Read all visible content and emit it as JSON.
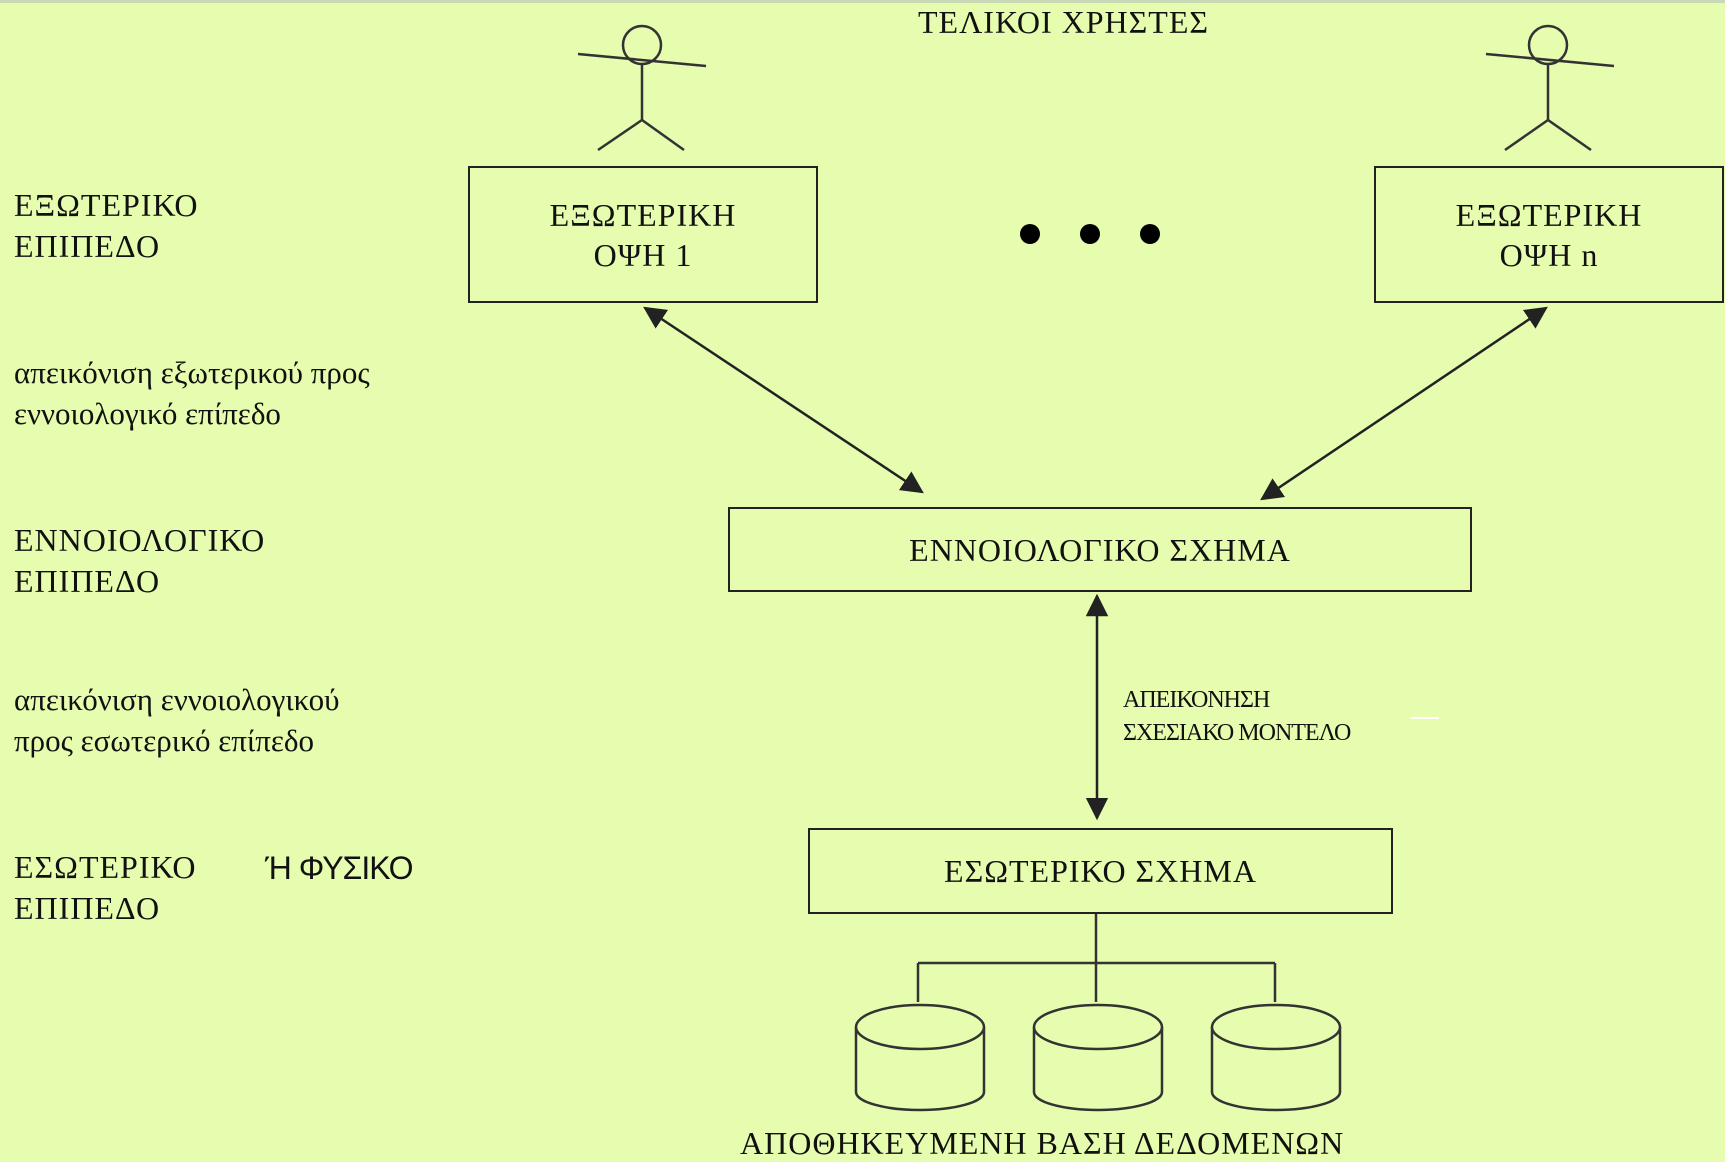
{
  "title": "ΤΕΛΙΚΟΙ ΧΡΗΣΤΕΣ",
  "levels": {
    "external": [
      "ΕΞΩΤΕΡΙΚΟ",
      "ΕΠΙΠΕΔΟ"
    ],
    "map_ext_conc": [
      "απεικόνιση εξωτερικού προς",
      "εννοιολογικό επίπεδο"
    ],
    "conceptual": [
      "ΕΝΝΟΙΟΛΟΓΙΚΟ",
      "ΕΠΙΠΕΔΟ"
    ],
    "map_conc_int": [
      "απεικόνιση εννοιολογικού",
      "προς εσωτερικό επίπεδο"
    ],
    "internal": [
      "ΕΣΩΤΕΡΙΚΟ",
      "ΕΠΙΠΕΔΟ"
    ],
    "internal_suffix": "Ή ΦΥΣΙΚΟ"
  },
  "boxes": {
    "view1": [
      "ΕΞΩΤΕΡΙΚΗ",
      "ΟΨΗ 1"
    ],
    "viewn": [
      "ΕΞΩΤΕΡΙΚΗ",
      "ΟΨΗ n"
    ],
    "conceptual_schema": "ΕΝΝΟΙΟΛΟΓΙΚΟ ΣΧΗΜΑ",
    "internal_schema": "ΕΣΩΤΕΡΙΚΟ ΣΧΗΜΑ"
  },
  "mapping_note": [
    "ΑΠΕΙΚΟΝΗΣΗ",
    "ΣΧΕΣΙΑΚΟ  ΜΟΝΤΕΛΟ"
  ],
  "storage_caption": "ΑΠΟΘΗΚΕΥΜΕΝΗ ΒΑΣΗ ΔΕΔΟΜΕΝΩΝ",
  "colors": {
    "background": "#e6fcae",
    "ink": "#111111"
  }
}
